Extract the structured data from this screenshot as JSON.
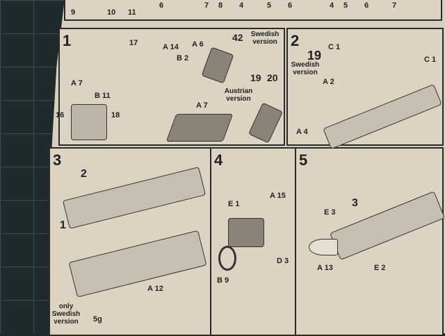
{
  "top_strip": {
    "labels": [
      "9",
      "10",
      "11",
      "6",
      "7",
      "8",
      "4",
      "5",
      "6",
      "4",
      "5",
      "6",
      "7"
    ]
  },
  "step1": {
    "number": "1",
    "labels": [
      "17",
      "A 14",
      "A 6",
      "42",
      "B 2",
      "A 7",
      "B 11",
      "16",
      "18",
      "A 7",
      "19",
      "20"
    ],
    "swedish": "Swedish version",
    "austrian": "Austrian version"
  },
  "step2": {
    "number": "2",
    "labels": [
      "19",
      "C 1",
      "C 1",
      "A 2",
      "A 4"
    ],
    "swedish": "Swedish version"
  },
  "step3": {
    "number": "3",
    "labels": [
      "2",
      "1",
      "A 12",
      "5g"
    ],
    "note": "only Swedish version"
  },
  "step4": {
    "number": "4",
    "labels": [
      "E 1",
      "A 15",
      "D 3",
      "B 9"
    ]
  },
  "step5": {
    "number": "5",
    "labels": [
      "3",
      "E 3",
      "A 13",
      "E 2"
    ]
  }
}
